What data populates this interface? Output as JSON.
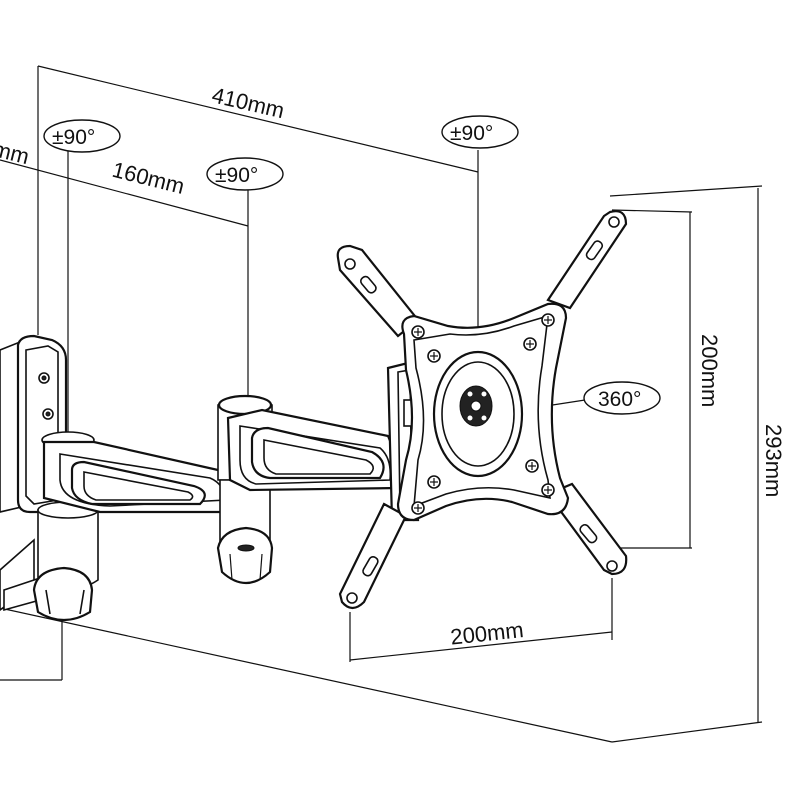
{
  "dimensions": {
    "total_reach": "410mm",
    "arm_length": "160mm",
    "partial_left": "mm",
    "vesa_vertical": "200mm",
    "vesa_horizontal": "200mm",
    "plate_height": "293mm"
  },
  "rotations": {
    "wall_pivot": "±90°",
    "mid_pivot": "±90°",
    "tilt_pivot": "±90°",
    "plate_rotation": "360°"
  }
}
